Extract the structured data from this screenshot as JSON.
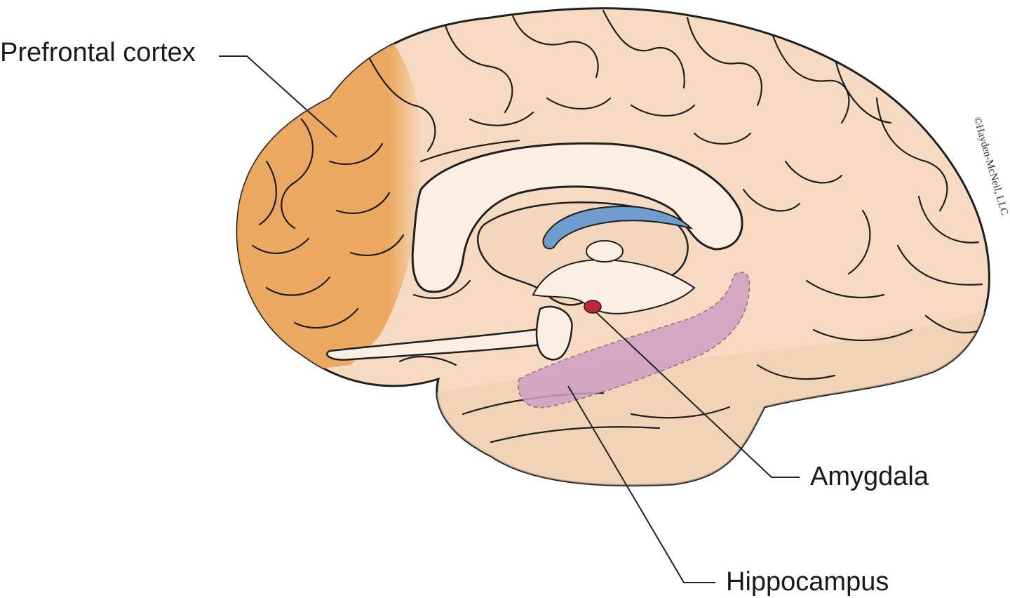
{
  "labels": {
    "prefrontal_cortex": "Prefrontal cortex",
    "amygdala": "Amygdala",
    "hippocampus": "Hippocampus"
  },
  "copyright": "©Hayden-McNeil, LLC",
  "colors": {
    "cortex_fill": "#f6dbc2",
    "cortex_outline": "#1f1f1f",
    "prefrontal_highlight": "#eba65c",
    "inner_white": "#fbeee2",
    "blue_structure": "#6f9dd0",
    "hippocampus_highlight": "#cfa0c3",
    "amygdala_dot": "#c0253a",
    "leader_line": "#222222"
  }
}
